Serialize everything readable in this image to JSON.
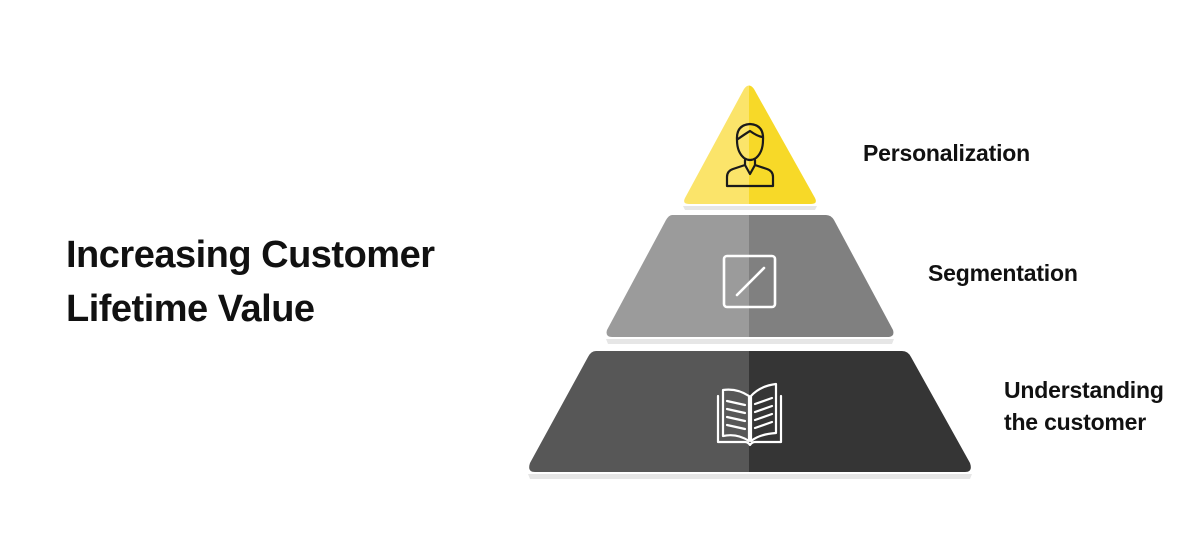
{
  "title": {
    "line1": "Increasing Customer",
    "line2": "Lifetime Value"
  },
  "levels": [
    {
      "key": "top",
      "label_lines": [
        "Personalization"
      ],
      "icon": "person-icon",
      "color_left": "#fbe46a",
      "color_right": "#f7d928"
    },
    {
      "key": "middle",
      "label_lines": [
        "Segmentation"
      ],
      "icon": "segment-square-icon",
      "color_left": "#9b9b9b",
      "color_right": "#808080"
    },
    {
      "key": "bottom",
      "label_lines": [
        "Understanding",
        "the customer"
      ],
      "icon": "open-book-icon",
      "color_left": "#575757",
      "color_right": "#353535"
    }
  ]
}
